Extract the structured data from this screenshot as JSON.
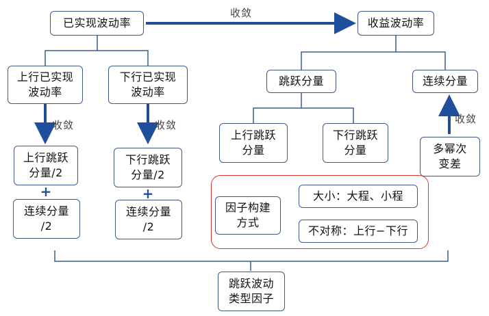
{
  "nodes": {
    "realized_vol": "已实现波动率",
    "return_vol": "收益波动率",
    "upside_realized_l1": "上行已实现",
    "upside_realized_l2": "波动率",
    "downside_realized_l1": "下行已实现",
    "downside_realized_l2": "波动率",
    "jump_component": "跳跃分量",
    "continuous_component": "连续分量",
    "upside_jump_l1": "上行跳跃",
    "upside_jump_l2": "分量/2",
    "upside_cont_l1": "连续分量",
    "upside_cont_l2": "/2",
    "downside_jump_l1": "下行跳跃",
    "downside_jump_l2": "分量/2",
    "downside_cont_l1": "连续分量",
    "downside_cont_l2": "/2",
    "jump_upside_l1": "上行跳跃",
    "jump_upside_l2": "分量",
    "jump_downside_l1": "下行跳跃",
    "jump_downside_l2": "分量",
    "multipower_l1": "多幂次",
    "multipower_l2": "变差",
    "factor_method_l1": "因子构建",
    "factor_method_l2": "方式",
    "size_method": "大小：大程、小程",
    "asym_method": "不对称：上行−下行",
    "jump_factor_l1": "跳跃波动",
    "jump_factor_l2": "类型因子"
  },
  "labels": {
    "converge_top": "收敛",
    "converge_left": "收敛",
    "converge_mid": "收敛",
    "converge_right": "收敛",
    "plus_left": "+",
    "plus_mid": "+"
  },
  "colors": {
    "box_border": "#3d5a8a",
    "arrow": "#1f4e9c",
    "line": "#3d5a8a",
    "red_frame": "#d7332e"
  }
}
